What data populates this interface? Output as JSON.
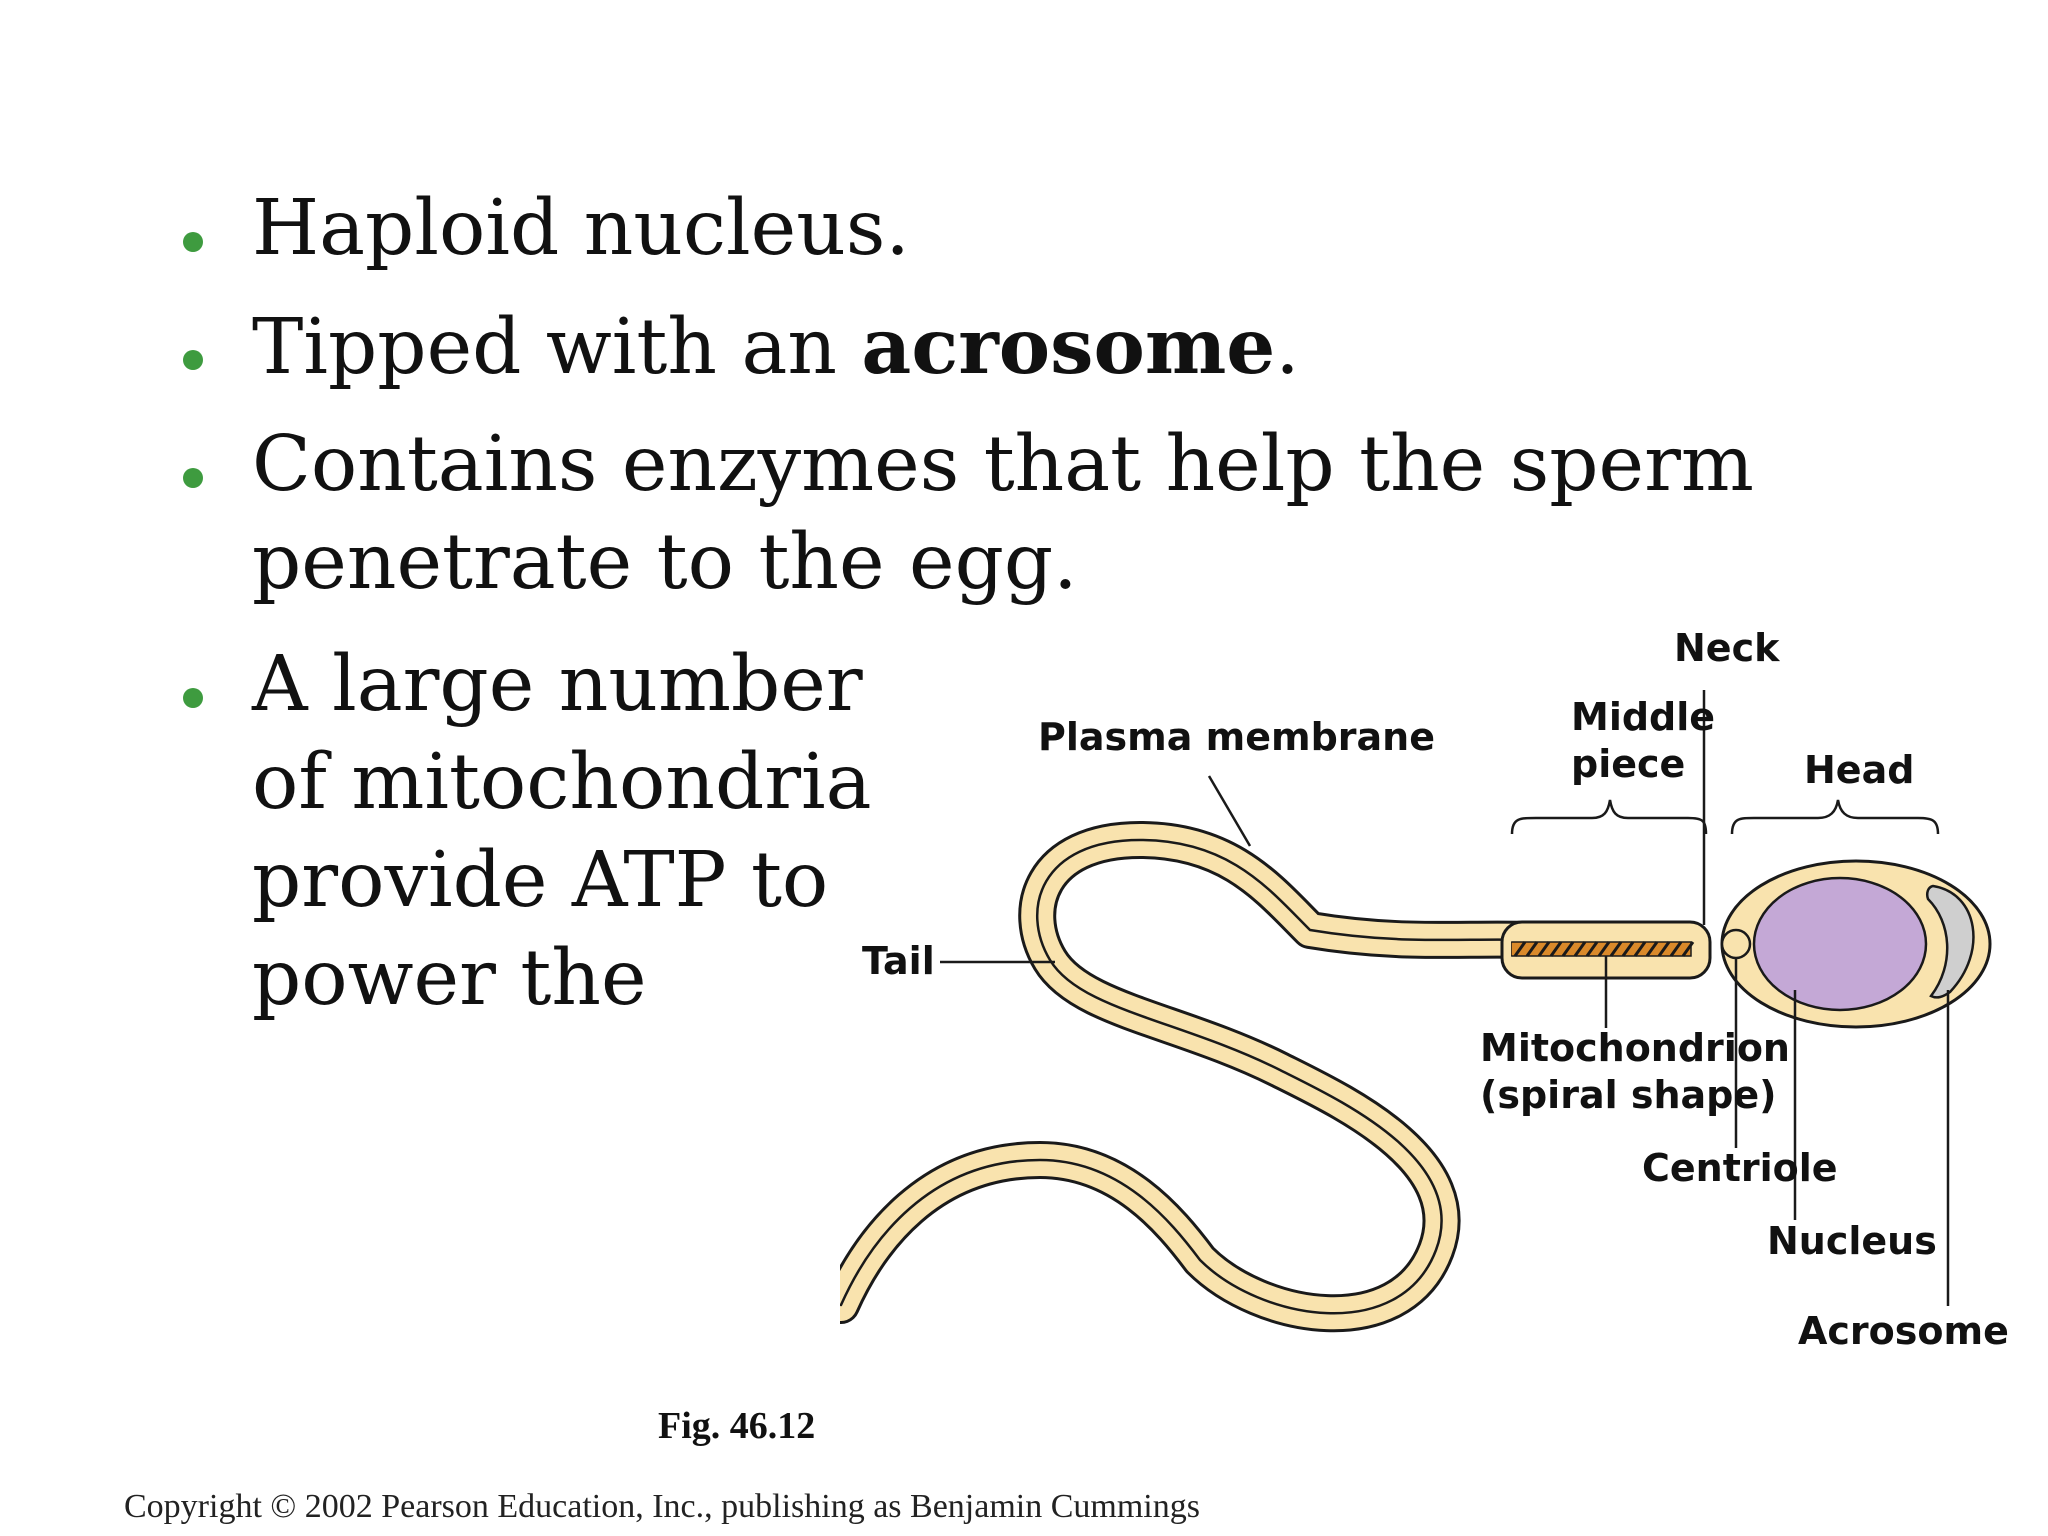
{
  "bullets": [
    {
      "lines": [
        "Haploid nucleus."
      ]
    },
    {
      "before": "Tipped with an ",
      "bold": "acrosome",
      "after": "."
    },
    {
      "lines": [
        "Contains enzymes that help the sperm",
        "penetrate to the egg."
      ]
    },
    {
      "lines": [
        "A large number",
        "of mitochondria",
        "provide ATP to",
        "power the"
      ]
    }
  ],
  "diagram": {
    "labels": {
      "neck": "Neck",
      "middle_piece_1": "Middle",
      "middle_piece_2": "piece",
      "head": "Head",
      "plasma_membrane": "Plasma membrane",
      "tail": "Tail",
      "mitochondrion_1": "Mitochondrion",
      "mitochondrion_2": "(spiral shape)",
      "centriole": "Centriole",
      "nucleus": "Nucleus",
      "acrosome": "Acrosome"
    },
    "colors": {
      "body_fill": "#f9e3ae",
      "outline": "#1a1a1a",
      "nucleus": "#c4a8d6",
      "acrosome": "#cfcfcf",
      "mitochondrion": "#d9892a",
      "bullet": "#3e9b3f"
    }
  },
  "figure_label": "Fig. 46.12",
  "copyright": "Copyright © 2002 Pearson Education, Inc., publishing as Benjamin Cummings"
}
